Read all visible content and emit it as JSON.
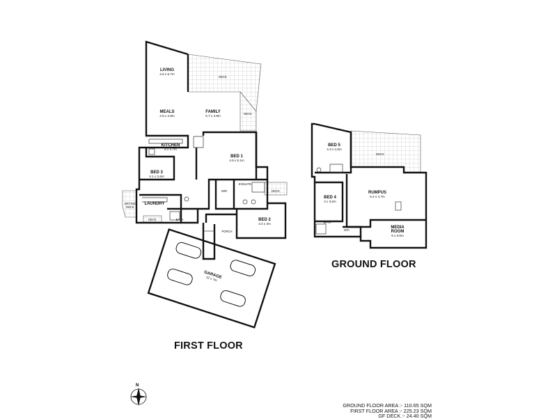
{
  "rooms": {
    "living": {
      "name": "LIVING",
      "dim": "4.6 x 5.7m"
    },
    "deck_living": {
      "name": "DECK"
    },
    "meals": {
      "name": "MEALS",
      "dim": "4.6 x 4.8m"
    },
    "family": {
      "name": "FAMILY",
      "dim": "5.7 x 4.8m"
    },
    "deck_family": {
      "name": "DECK"
    },
    "kitchen": {
      "name": "KITCHEN",
      "dim": "6 x 2.7m"
    },
    "bed1": {
      "name": "BED 1",
      "dim": "4.9 x 5.1m"
    },
    "bed3": {
      "name": "BED 3",
      "dim": "4.1 x 3.6m"
    },
    "wir": {
      "name": "WIR"
    },
    "ensuite": {
      "name": "ENSUITE"
    },
    "laundry": {
      "name": "LAUNDRY"
    },
    "drying_deck": {
      "name": "DRYING",
      "name2": "DECK"
    },
    "deck_laundry": {
      "name": "DECK"
    },
    "bath_first": {
      "name": "BATH"
    },
    "porch": {
      "name": "PORCH"
    },
    "bed2": {
      "name": "BED 2",
      "dim": "3.4 x 4m"
    },
    "garage": {
      "name": "GARAGE",
      "dim": "12 x 7m"
    },
    "bed5": {
      "name": "BED 5",
      "dim": "4.3 x 4.5m"
    },
    "deck_ground": {
      "name": "DECK"
    },
    "bed4": {
      "name": "BED 4",
      "dim": "4 x 3.6m"
    },
    "rumpus": {
      "name": "RUMPUS",
      "dim": "6.4 x 4.7m"
    },
    "bath_ground": {
      "name": "BATH"
    },
    "wc": {
      "name": "W/C"
    },
    "media": {
      "name": "MEDIA",
      "name2": "ROOM",
      "dim": "6 x 3.6m"
    }
  },
  "floors": {
    "first": "FIRST FLOOR",
    "ground": "GROUND FLOOR"
  },
  "compass_label": "N",
  "areas": [
    "GROUND FLOOR AREA :- 110.65 SQM",
    "FIRST FLOOR AREA :- 225.23 SQM",
    "GF DECK :- 24.40 SQM"
  ]
}
